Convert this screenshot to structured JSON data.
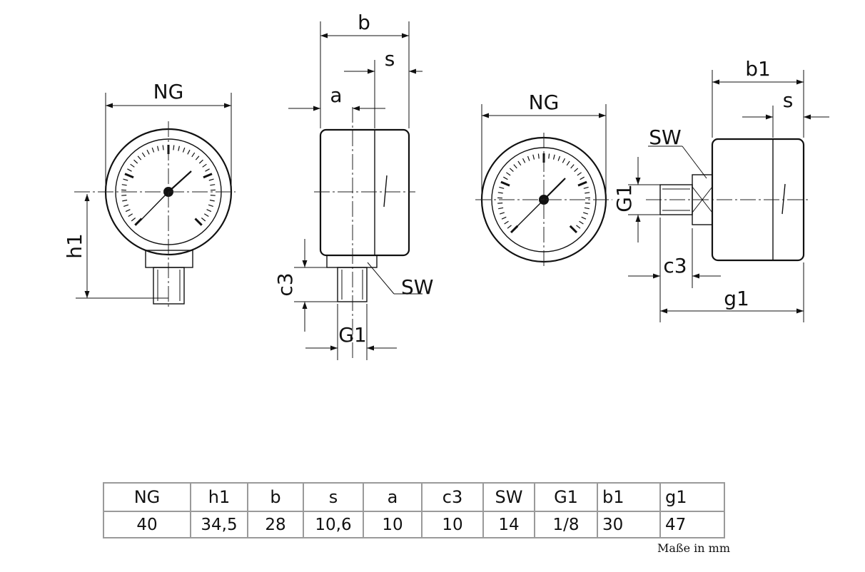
{
  "drawing": {
    "front_view": {
      "width_label": "NG",
      "height_label": "h1"
    },
    "side_view": {
      "width_label": "b",
      "s_label": "s",
      "a_label": "a",
      "c3_label": "c3",
      "sw_label": "SW",
      "g1_label": "G1"
    },
    "front_view_back": {
      "width_label": "NG"
    },
    "side_view_back": {
      "b1_label": "b1",
      "s_label": "s",
      "sw_label": "SW",
      "g1_label": "G1",
      "c3_label": "c3",
      "length_label": "g1"
    }
  },
  "table": {
    "headers": [
      "NG",
      "h1",
      "b",
      "s",
      "a",
      "c3",
      "SW",
      "G1",
      "b1",
      "g1"
    ],
    "values": [
      "40",
      "34,5",
      "28",
      "10,6",
      "10",
      "10",
      "14",
      "1/8",
      "30",
      "47"
    ]
  },
  "units_note": "Maße in mm"
}
